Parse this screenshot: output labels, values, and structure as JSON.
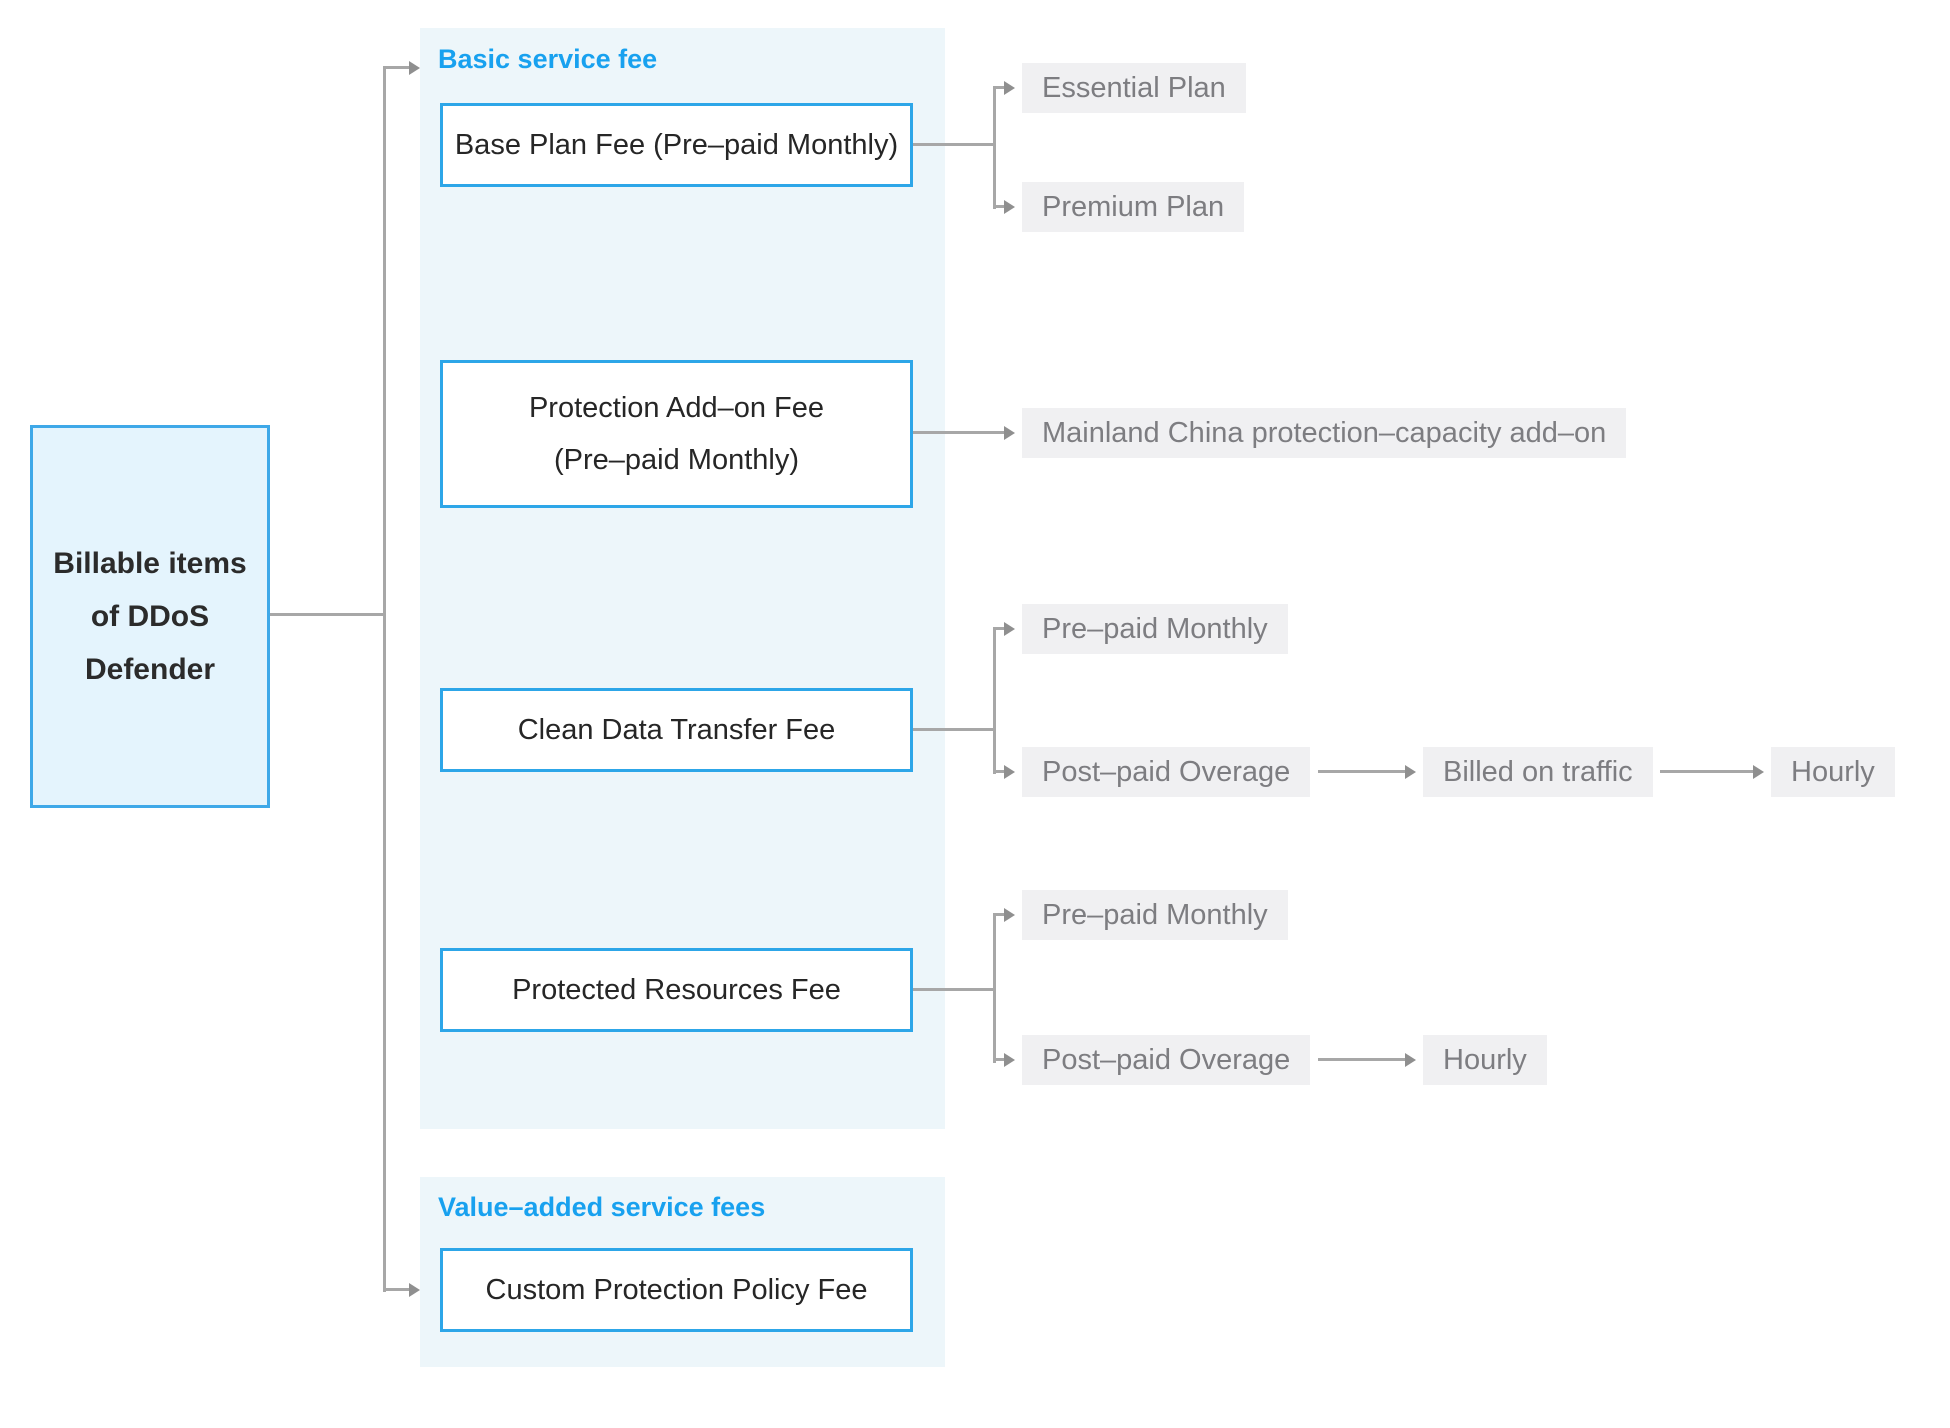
{
  "colors": {
    "accent_blue": "#18a1ef",
    "box_border_blue": "#2da6e8",
    "root_box_fill": "#e4f4fd",
    "panel_fill": "#edf6fa",
    "leaf_fill": "#f0f0f2",
    "leaf_text": "#7d7d81",
    "connector_gray": "#a7a7a7"
  },
  "root": {
    "lines": [
      "Billable items",
      "of DDoS",
      "Defender"
    ]
  },
  "sections": {
    "basic": {
      "title": "Basic service fee"
    },
    "value_added": {
      "title": "Value–added service fees"
    }
  },
  "nodes": {
    "base_plan": {
      "label": "Base Plan Fee (Pre–paid Monthly)"
    },
    "protection_addon": {
      "lines": [
        "Protection Add–on Fee",
        "(Pre–paid Monthly)"
      ]
    },
    "clean_data_transfer": {
      "label": "Clean Data Transfer Fee"
    },
    "protected_resources": {
      "label": "Protected Resources Fee"
    },
    "custom_policy": {
      "label": "Custom Protection Policy Fee"
    }
  },
  "leaves": {
    "essential_plan": "Essential Plan",
    "premium_plan": "Premium Plan",
    "mainland_addon": "Mainland China protection–capacity add–on",
    "clean_prepaid_monthly": "Pre–paid Monthly",
    "clean_postpaid_overage": "Post–paid Overage",
    "billed_on_traffic": "Billed on traffic",
    "clean_hourly": "Hourly",
    "resources_prepaid_monthly": "Pre–paid Monthly",
    "resources_postpaid_overage": "Post–paid Overage",
    "resources_hourly": "Hourly"
  }
}
